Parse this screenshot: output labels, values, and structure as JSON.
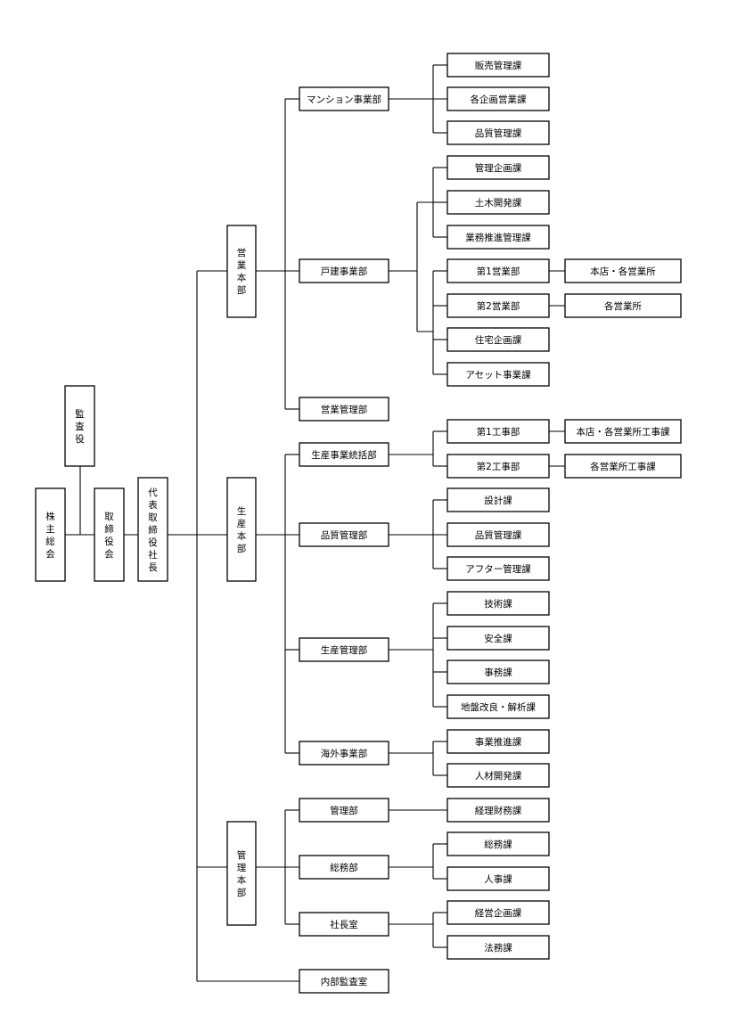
{
  "org": {
    "shareholders": "株主総会",
    "auditor": "監査役",
    "board": "取締役会",
    "president": "代表取締役社長",
    "sales_hq": {
      "name": "営業本部",
      "mansion": {
        "name": "マンション事業部",
        "sections": [
          "販売管理課",
          "各企画営業課",
          "品質管理課"
        ]
      },
      "house": {
        "name": "戸建事業部",
        "sections": [
          "管理企画課",
          "土木開発課",
          "業務推進管理課"
        ],
        "sales1": {
          "name": "第1営業部",
          "office": "本店・各営業所"
        },
        "sales2": {
          "name": "第2営業部",
          "office": "各営業所"
        },
        "sections_after": [
          "住宅企画課",
          "アセット事業課"
        ]
      },
      "sales_mgmt": {
        "name": "営業管理部"
      }
    },
    "production_hq": {
      "name": "生産本部",
      "coordination": {
        "name": "生産事業統括部",
        "works1": {
          "name": "第1工事部",
          "office": "本店・各営業所工事課"
        },
        "works2": {
          "name": "第2工事部",
          "office": "各営業所工事課"
        }
      },
      "quality": {
        "name": "品質管理部",
        "sections": [
          "設計課",
          "品質管理課",
          "アフター管理課"
        ]
      },
      "production_mgmt": {
        "name": "生産管理部",
        "sections": [
          "技術課",
          "安全課",
          "事務課",
          "地盤改良・解析課"
        ]
      },
      "overseas": {
        "name": "海外事業部",
        "sections": [
          "事業推進課",
          "人材開発課"
        ]
      }
    },
    "admin_hq": {
      "name": "管理本部",
      "management": {
        "name": "管理部",
        "sections": [
          "経理財務課"
        ]
      },
      "general_affairs": {
        "name": "総務部",
        "sections": [
          "総務課",
          "人事課"
        ]
      },
      "presidents_office": {
        "name": "社長室",
        "sections": [
          "経営企画課",
          "法務課"
        ]
      }
    },
    "internal_audit": {
      "name": "内部監査室"
    }
  }
}
